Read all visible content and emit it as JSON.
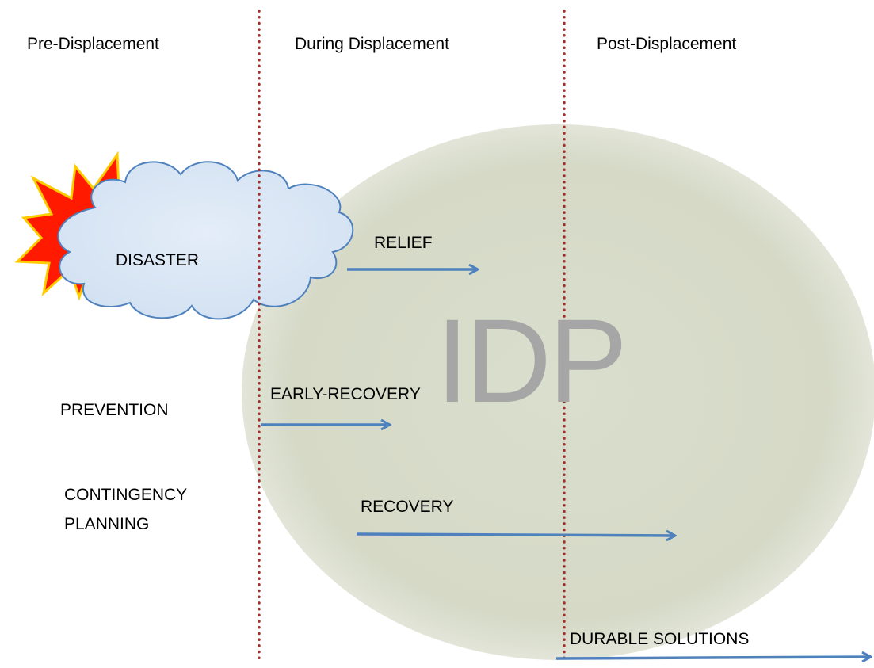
{
  "phases": {
    "pre": "Pre-Displacement",
    "during": "During Displacement",
    "post": "Post-Displacement"
  },
  "center_label": "IDP",
  "event_label": "DISASTER",
  "actions": {
    "relief": "RELIEF",
    "early_recovery": "EARLY-RECOVERY",
    "recovery": "RECOVERY",
    "durable_solutions": "DURABLE SOLUTIONS"
  },
  "preparedness": {
    "prevention": "PREVENTION",
    "contingency_line1": "CONTINGENCY",
    "contingency_line2": "PLANNING"
  },
  "colors": {
    "ellipse_fill": "#d8dccb",
    "divider": "#a0312d",
    "arrow": "#4f81bd",
    "cloud_fill": "#dbe7f5",
    "cloud_stroke": "#4f81bd",
    "burst_fill": "#ff1a00",
    "burst_stroke": "#ffcc00",
    "idp_text": "#a6a6a6"
  }
}
